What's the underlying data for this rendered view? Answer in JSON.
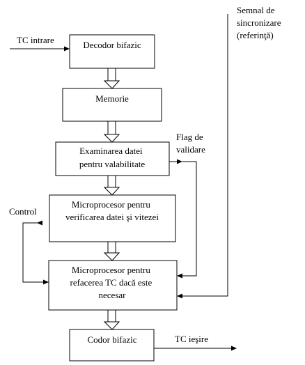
{
  "blocks": {
    "decoder": [
      "Decodor bifazic"
    ],
    "memory": [
      "Memorie"
    ],
    "validation": [
      "Examinarea datei",
      "pentru valabilitate"
    ],
    "check_micro": [
      "Microprocesor pentru",
      "verificarea datei şi vitezei"
    ],
    "rebuild_micro": [
      "Microprocesor pentru",
      "refacerea TC dacă este",
      "necesar"
    ],
    "encoder": [
      "Codor bifazic"
    ]
  },
  "labels": {
    "tc_in": [
      "TC intrare"
    ],
    "tc_out": [
      "TC ieşire"
    ],
    "sync": [
      "Semnal de",
      "sincronizare",
      "(referinţă)"
    ],
    "flag": [
      "Flag de",
      "validare"
    ],
    "control": [
      "Control"
    ]
  }
}
